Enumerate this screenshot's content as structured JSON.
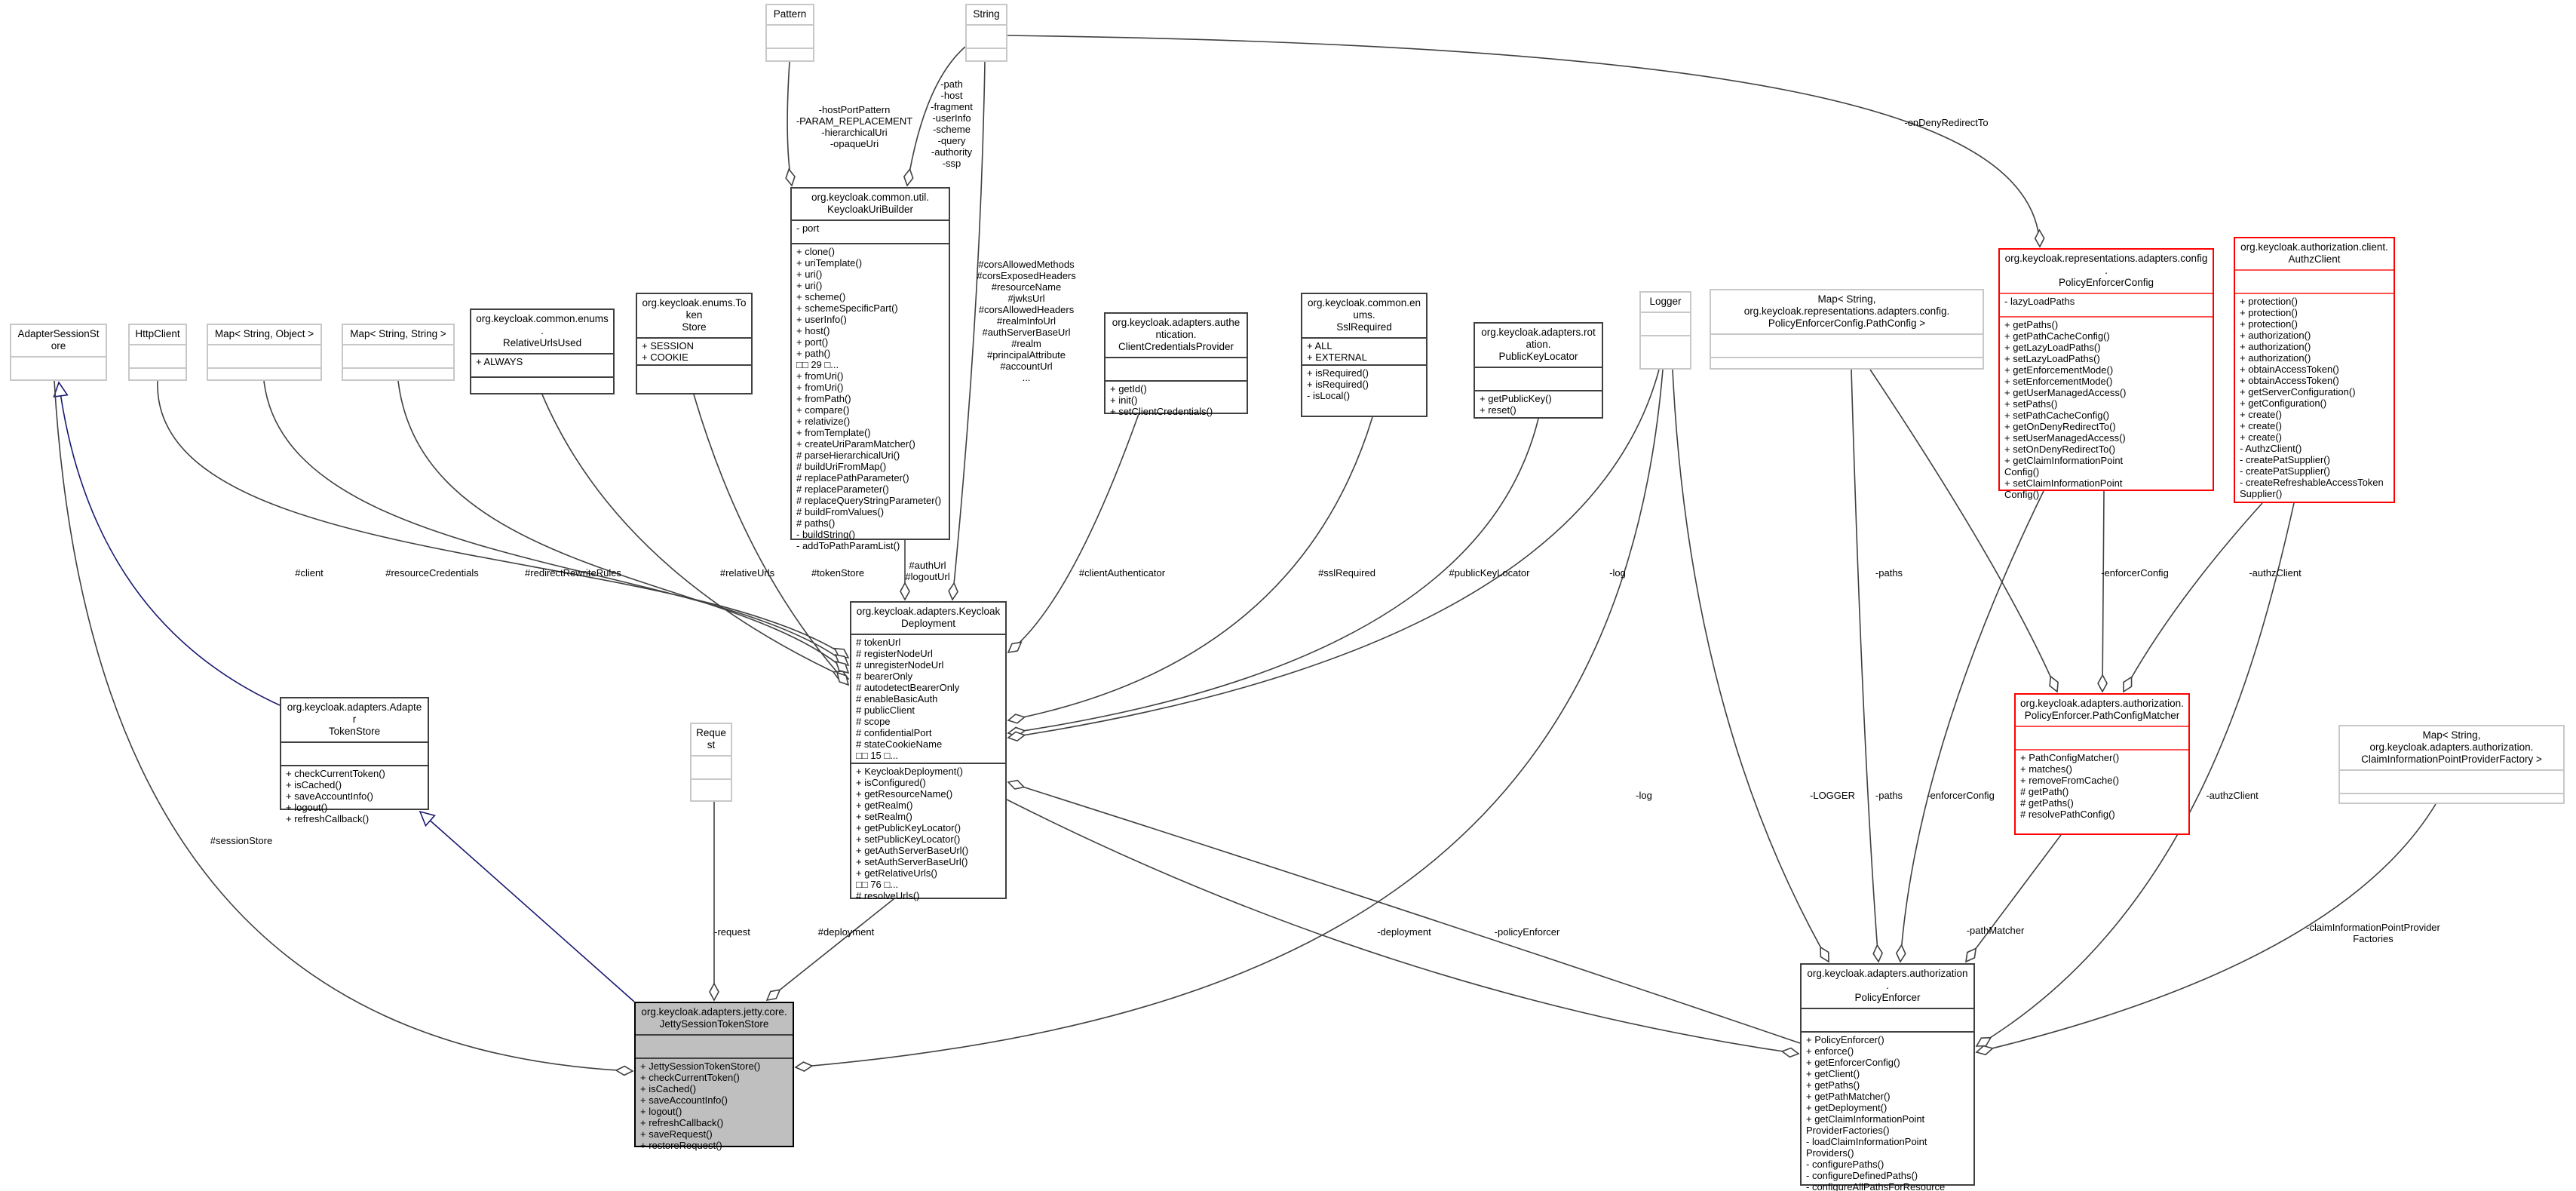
{
  "colors": {
    "edge": "#404040",
    "inheritance": "#191970",
    "highlight_border": "#ff0000",
    "focus_fill": "#bfbfbf",
    "external_border": "#c8c8c8"
  },
  "classes": {
    "pattern": {
      "title": "Pattern",
      "attributes": [],
      "methods": []
    },
    "string": {
      "title": "String",
      "attributes": [],
      "methods": []
    },
    "uribuilder": {
      "title": "org.keycloak.common.util.\nKeycloakUriBuilder",
      "attributes": [
        "- port"
      ],
      "methods": [
        "+ clone()",
        "+ uriTemplate()",
        "+ uri()",
        "+ uri()",
        "+ scheme()",
        "+ schemeSpecificPart()",
        "+ userInfo()",
        "+ host()",
        "+ port()",
        "+ path()",
        "□□ 29 □...",
        "+ fromUri()",
        "+ fromUri()",
        "+ fromPath()",
        "+ compare()",
        "+ relativize()",
        "+ fromTemplate()",
        "+ createUriParamMatcher()",
        "# parseHierarchicalUri()",
        "# buildUriFromMap()",
        "# replacePathParameter()",
        "# replaceParameter()",
        "# replaceQueryStringParameter()",
        "# buildFromValues()",
        "# paths()",
        "- buildString()",
        "- addToPathParamList()"
      ]
    },
    "adaptersessionstore": {
      "title": "AdapterSessionStore",
      "attributes": [],
      "methods": []
    },
    "httpclient": {
      "title": "HttpClient",
      "attributes": [],
      "methods": []
    },
    "mapstringobject": {
      "title": "Map< String, Object >",
      "attributes": [],
      "methods": []
    },
    "mapstringstring": {
      "title": "Map< String, String >",
      "attributes": [],
      "methods": []
    },
    "relativeurlsused": {
      "title": "org.keycloak.common.enums.\nRelativeUrlsUsed",
      "attributes": [
        "+ ALWAYS"
      ],
      "methods": []
    },
    "tokenstore": {
      "title": "org.keycloak.enums.Token\nStore",
      "attributes": [
        "+ SESSION",
        "+ COOKIE"
      ],
      "methods": []
    },
    "clientcredentialsprovider": {
      "title": "org.keycloak.adapters.authentication.\nClientCredentialsProvider",
      "attributes": [],
      "methods": [
        "+ getId()",
        "+ init()",
        "+ setClientCredentials()"
      ]
    },
    "sslrequired": {
      "title": "org.keycloak.common.enums.\nSslRequired",
      "attributes": [
        "+ ALL",
        "+ EXTERNAL"
      ],
      "methods": [
        "+ isRequired()",
        "+ isRequired()",
        "- isLocal()"
      ]
    },
    "publickeylocator": {
      "title": "org.keycloak.adapters.rotation.\nPublicKeyLocator",
      "attributes": [],
      "methods": [
        "+ getPublicKey()",
        "+ reset()"
      ]
    },
    "logger": {
      "title": "Logger",
      "attributes": [],
      "methods": []
    },
    "mappathconfig": {
      "title": "Map< String, org.keycloak.representations.adapters.config.\nPolicyEnforcerConfig.PathConfig >",
      "attributes": [],
      "methods": []
    },
    "policyenforcerconfig": {
      "title": "org.keycloak.representations.adapters.config.\nPolicyEnforcerConfig",
      "attributes": [
        "- lazyLoadPaths"
      ],
      "methods": [
        "+ getPaths()",
        "+ getPathCacheConfig()",
        "+ getLazyLoadPaths()",
        "+ setLazyLoadPaths()",
        "+ getEnforcementMode()",
        "+ setEnforcementMode()",
        "+ getUserManagedAccess()",
        "+ setPaths()",
        "+ setPathCacheConfig()",
        "+ getOnDenyRedirectTo()",
        "+ setUserManagedAccess()",
        "+ setOnDenyRedirectTo()",
        "+ getClaimInformationPoint\nConfig()",
        "+ setClaimInformationPoint\nConfig()"
      ]
    },
    "authzclient": {
      "title": "org.keycloak.authorization.client.\nAuthzClient",
      "attributes": [],
      "methods": [
        "+ protection()",
        "+ protection()",
        "+ protection()",
        "+ authorization()",
        "+ authorization()",
        "+ authorization()",
        "+ obtainAccessToken()",
        "+ obtainAccessToken()",
        "+ getServerConfiguration()",
        "+ getConfiguration()",
        "+ create()",
        "+ create()",
        "+ create()",
        "- AuthzClient()",
        "- createPatSupplier()",
        "- createPatSupplier()",
        "- createRefreshableAccessToken\nSupplier()"
      ]
    },
    "keycloakdeployment": {
      "title": "org.keycloak.adapters.Keycloak\nDeployment",
      "attributes": [
        "# tokenUrl",
        "# registerNodeUrl",
        "# unregisterNodeUrl",
        "# bearerOnly",
        "# autodetectBearerOnly",
        "# enableBasicAuth",
        "# publicClient",
        "# scope",
        "# confidentialPort",
        "# stateCookieName",
        "□□ 15 □..."
      ],
      "methods": [
        "+ KeycloakDeployment()",
        "+ isConfigured()",
        "+ getResourceName()",
        "+ getRealm()",
        "+ setRealm()",
        "+ getPublicKeyLocator()",
        "+ setPublicKeyLocator()",
        "+ getAuthServerBaseUrl()",
        "+ setAuthServerBaseUrl()",
        "+ getRelativeUrls()",
        "□□ 76 □...",
        "# resolveUrls()"
      ]
    },
    "adaptertokenstore": {
      "title": "org.keycloak.adapters.Adapter\nTokenStore",
      "attributes": [],
      "methods": [
        "+ checkCurrentToken()",
        "+ isCached()",
        "+ saveAccountInfo()",
        "+ logout()",
        "+ refreshCallback()"
      ]
    },
    "request": {
      "title": "Request",
      "attributes": [],
      "methods": []
    },
    "pathconfigmatcher": {
      "title": "org.keycloak.adapters.authorization.\nPolicyEnforcer.PathConfigMatcher",
      "attributes": [],
      "methods": [
        "+ PathConfigMatcher()",
        "+ matches()",
        "+ removeFromCache()",
        "# getPath()",
        "# getPaths()",
        "# resolvePathConfig()"
      ]
    },
    "mapclaiminfo": {
      "title": "Map< String, org.keycloak.adapters.authorization.\nClaimInformationPointProviderFactory >",
      "attributes": [],
      "methods": []
    },
    "jettysessiontokenstore": {
      "title": "org.keycloak.adapters.jetty.core.\nJettySessionTokenStore",
      "attributes": [],
      "methods": [
        "+ JettySessionTokenStore()",
        "+ checkCurrentToken()",
        "+ isCached()",
        "+ saveAccountInfo()",
        "+ logout()",
        "+ refreshCallback()",
        "+ saveRequest()",
        "+ restoreRequest()"
      ]
    },
    "policyenforcer": {
      "title": "org.keycloak.adapters.authorization.\nPolicyEnforcer",
      "attributes": [],
      "methods": [
        "+ PolicyEnforcer()",
        "+ enforce()",
        "+ getEnforcerConfig()",
        "+ getClient()",
        "+ getPaths()",
        "+ getPathMatcher()",
        "+ getDeployment()",
        "+ getClaimInformationPoint\nProviderFactories()",
        "- loadClaimInformationPoint\nProviders()",
        "- configurePaths()",
        "- configureDefinedPaths()",
        "- configureAllPathsForResource\nServer()"
      ]
    }
  },
  "edge_labels": {
    "pattern_fields": "-hostPortPattern\n-PARAM_REPLACEMENT\n-hierarchicalUri\n-opaqueUri",
    "string_fields": "-path\n-host\n-fragment\n-userInfo\n-scheme\n-query\n-authority\n-ssp",
    "on_deny": "-onDenyRedirectTo",
    "cors_fields": "#corsAllowedMethods\n#corsExposedHeaders\n#resourceName\n#jwksUrl\n#corsAllowedHeaders\n#realmInfoUrl\n#authServerBaseUrl\n#realm\n#principalAttribute\n#accountUrl\n...",
    "client": "#client",
    "resource_credentials": "#resourceCredentials",
    "redirect_rewrite_rules": "#redirectRewriteRules",
    "relative_urls": "#relativeUrls",
    "token_store": "#tokenStore",
    "auth_logout_url": "#authUrl\n#logoutUrl",
    "client_authenticator": "#clientAuthenticator",
    "ssl_required": "#sslRequired",
    "public_key_locator": "#publicKeyLocator",
    "log_kd": "-log",
    "paths_pcm": "-paths",
    "enforcer_config_pcm": "-enforcerConfig",
    "authz_client_pcm": "-authzClient",
    "session_store": "#sessionStore",
    "log_jetty": "-log",
    "logger_pe": "-LOGGER",
    "paths_pe": "-paths",
    "enforcer_config_pe": "-enforcerConfig",
    "authz_client_pe": "-authzClient",
    "request": "-request",
    "deployment_jetty": "#deployment",
    "deployment_pe": "-deployment",
    "policy_enforcer": "-policyEnforcer",
    "path_matcher": "-pathMatcher",
    "claim_factories": "-claimInformationPointProvider\nFactories"
  }
}
